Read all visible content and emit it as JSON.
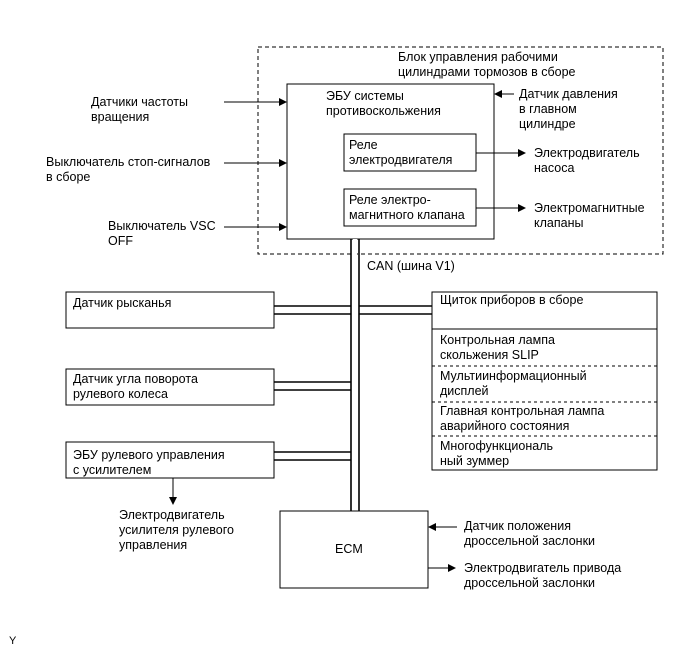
{
  "assembly_label": [
    "Блок управления рабочими",
    "цилиндрами тормозов в сборе"
  ],
  "ecu_skid": [
    "ЭБУ системы",
    "противоскольжения"
  ],
  "relay_motor": [
    "Реле",
    "электродвигателя"
  ],
  "relay_solenoid": [
    "Реле электро-",
    "магнитного клапана"
  ],
  "input_speed_sensors": [
    "Датчики частоты",
    "вращения"
  ],
  "input_stop_switch": [
    "Выключатель стоп-сигналов",
    "в сборе"
  ],
  "input_vsc_off": [
    "Выключатель VSC",
    "OFF"
  ],
  "input_master_pressure": [
    "Датчик давления",
    "в главном",
    "цилиндре"
  ],
  "output_pump_motor": [
    "Электродвигатель",
    "насоса"
  ],
  "output_solenoid_valves": [
    "Электромагнитные",
    "клапаны"
  ],
  "bus_label": "CAN (шина V1)",
  "yaw_sensor": "Датчик рысканья",
  "steering_angle_sensor": [
    "Датчик угла поворота",
    "рулевого колеса"
  ],
  "eps_ecu": [
    "ЭБУ рулевого управления",
    "с усилителем"
  ],
  "eps_motor": [
    "Электродвигатель",
    "усилителя рулевого",
    "управления"
  ],
  "combination_meter": "Щиток приборов в сборе",
  "meter_items": [
    [
      "Контрольная лампа",
      "скольжения SLIP"
    ],
    [
      "Мультиинформационный",
      "дисплей"
    ],
    [
      "Главная контрольная лампа",
      "аварийного состояния"
    ],
    [
      "Многофункциональ",
      "ный зуммер"
    ]
  ],
  "ecm": "ECM",
  "throttle_sensor": [
    "Датчик положения",
    "дроссельной заслонки"
  ],
  "throttle_motor": [
    "Электродвигатель привода",
    "дроссельной заслонки"
  ],
  "corner_mark": "Y"
}
